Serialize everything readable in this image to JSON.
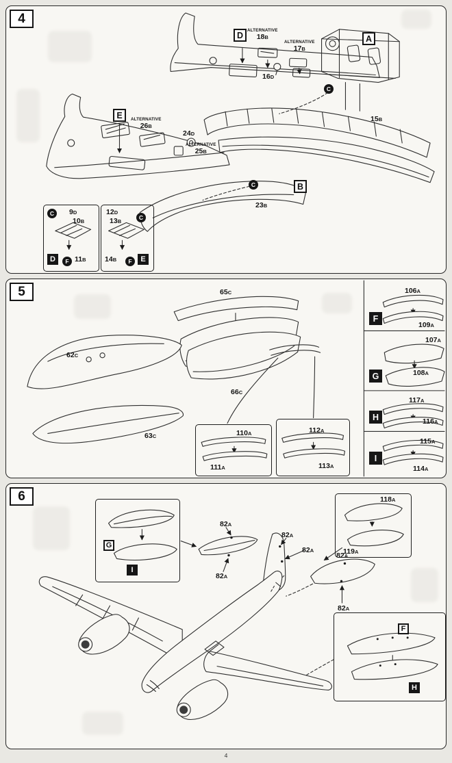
{
  "page": {
    "footer_page_number": "4"
  },
  "alternative_label": "ALTERNATIVE",
  "step4": {
    "number": "4",
    "sprues": {
      "A": "A",
      "B": "B",
      "D": "D",
      "E": "E"
    },
    "circle_c": "C",
    "circle_f": "F",
    "inset_d": "D",
    "inset_e": "E",
    "parts": {
      "p18": {
        "n": "18",
        "s": "B"
      },
      "p17": {
        "n": "17",
        "s": "B"
      },
      "p16": {
        "n": "16",
        "s": "D"
      },
      "p26": {
        "n": "26",
        "s": "B"
      },
      "p25": {
        "n": "25",
        "s": "B"
      },
      "p24": {
        "n": "24",
        "s": "D"
      },
      "p15": {
        "n": "15",
        "s": "B"
      },
      "p23": {
        "n": "23",
        "s": "B"
      },
      "p9": {
        "n": "9",
        "s": "D"
      },
      "p10": {
        "n": "10",
        "s": "B"
      },
      "p11": {
        "n": "11",
        "s": "B"
      },
      "p12": {
        "n": "12",
        "s": "D"
      },
      "p13": {
        "n": "13",
        "s": "B"
      },
      "p14": {
        "n": "14",
        "s": "B"
      }
    }
  },
  "step5": {
    "number": "5",
    "sprues": {
      "F": "F",
      "G": "G",
      "H": "H",
      "I": "I"
    },
    "parts": {
      "p62": {
        "n": "62",
        "s": "C"
      },
      "p63": {
        "n": "63",
        "s": "C"
      },
      "p65": {
        "n": "65",
        "s": "C"
      },
      "p66": {
        "n": "66",
        "s": "C"
      },
      "p106": {
        "n": "106",
        "s": "A"
      },
      "p107": {
        "n": "107",
        "s": "A"
      },
      "p108": {
        "n": "108",
        "s": "A"
      },
      "p109": {
        "n": "109",
        "s": "A"
      },
      "p110": {
        "n": "110",
        "s": "A"
      },
      "p111": {
        "n": "111",
        "s": "A"
      },
      "p112": {
        "n": "112",
        "s": "A"
      },
      "p113": {
        "n": "113",
        "s": "A"
      },
      "p114": {
        "n": "114",
        "s": "A"
      },
      "p115": {
        "n": "115",
        "s": "A"
      },
      "p116": {
        "n": "116",
        "s": "A"
      },
      "p117": {
        "n": "117",
        "s": "A"
      }
    }
  },
  "step6": {
    "number": "6",
    "sprues": {
      "F": "F",
      "G": "G",
      "H": "H",
      "I": "I"
    },
    "part82": {
      "n": "82",
      "s": "A"
    },
    "parts": {
      "p118": {
        "n": "118",
        "s": "A"
      },
      "p119": {
        "n": "119",
        "s": "A"
      }
    }
  }
}
